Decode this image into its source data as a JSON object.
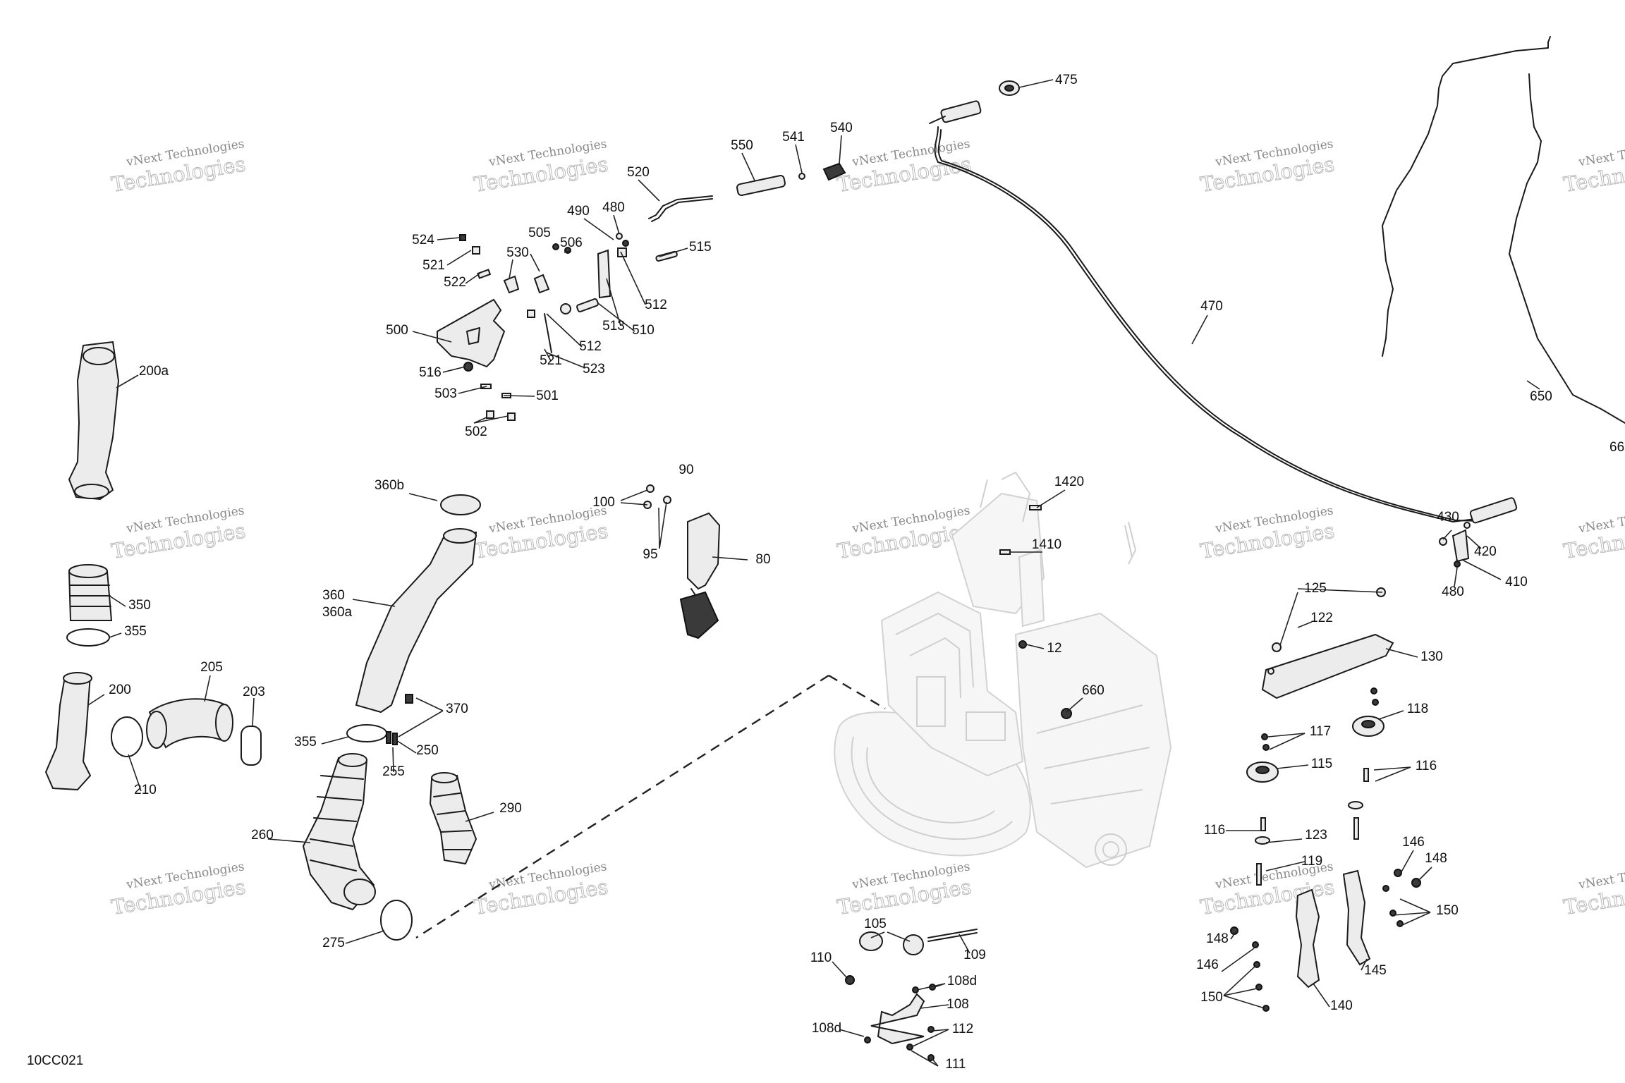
{
  "figure_code": "10CC021",
  "watermark": {
    "line1": "vNext Technologies",
    "line2": "Technologies"
  },
  "callouts": [
    "475",
    "541",
    "540",
    "550",
    "520",
    "490",
    "480",
    "524",
    "505",
    "506",
    "515",
    "521",
    "530",
    "522",
    "512",
    "513",
    "510",
    "500",
    "512",
    "521",
    "523",
    "516",
    "503",
    "501",
    "502",
    "200a",
    "1420",
    "1410",
    "360b",
    "100",
    "90",
    "95",
    "80",
    "650",
    "430",
    "420",
    "480",
    "410",
    "350",
    "355",
    "12",
    "125",
    "122",
    "130",
    "360",
    "360a",
    "660",
    "118",
    "205",
    "203",
    "370",
    "200",
    "117",
    "355",
    "250",
    "115",
    "116",
    "255",
    "210",
    "290",
    "260",
    "116",
    "123",
    "119",
    "146",
    "148",
    "275",
    "150",
    "105",
    "109",
    "148",
    "110",
    "108d",
    "146",
    "108",
    "150",
    "145",
    "140",
    "108d",
    "112",
    "111",
    "470",
    "66"
  ]
}
